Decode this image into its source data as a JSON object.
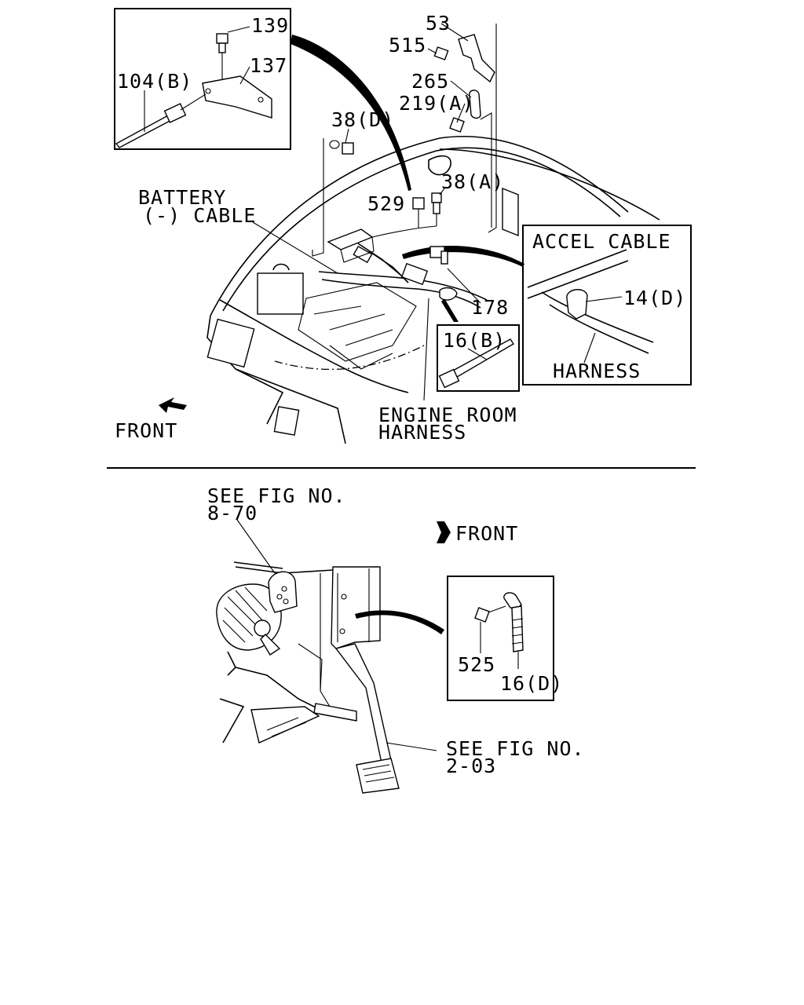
{
  "upper": {
    "callouts": {
      "p139": "139",
      "p137": "137",
      "p104b": "104(B)",
      "p53": "53",
      "p515": "515",
      "p265": "265",
      "p219a": "219(A)",
      "p38d": "38(D)",
      "p38a": "38(A)",
      "p529": "529",
      "p178": "178",
      "p16b": "16(B)",
      "p14d": "14(D)"
    },
    "labels": {
      "battery_line1": "BATTERY",
      "battery_line2": "(-) CABLE",
      "accel_cable": "ACCEL CABLE",
      "harness": "HARNESS",
      "engine_room_line1": "ENGINE ROOM",
      "engine_room_line2": "HARNESS",
      "front": "FRONT"
    }
  },
  "lower": {
    "labels": {
      "see_fig_1_line1": "SEE FIG NO.",
      "see_fig_1_line2": "8-70",
      "front": "FRONT",
      "see_fig_2_line1": "SEE FIG NO.",
      "see_fig_2_line2": "2-03"
    },
    "callouts": {
      "p525": "525",
      "p16d": "16(D)"
    }
  }
}
